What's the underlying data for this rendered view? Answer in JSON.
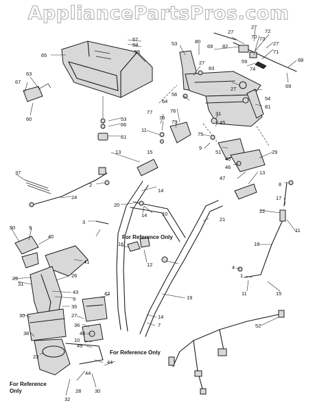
{
  "watermark": "AppliancePartsPros.com",
  "notes": [
    "For Reference Only",
    "For Reference",
    "Only"
  ],
  "callouts": {
    "c57": "57",
    "c58": "58",
    "c55": "55",
    "c65": "65",
    "c63": "63",
    "c67": "67",
    "c60": "60",
    "c53": "53",
    "c66": "66",
    "c61": "61",
    "c80": "80",
    "c27a": "27",
    "c69a": "69",
    "c82": "82",
    "c70": "70",
    "c72": "72",
    "c73": "73",
    "c27b": "27",
    "c71": "71",
    "c74": "74",
    "c59": "59",
    "c68": "68",
    "c69b": "69",
    "c83": "83",
    "c56": "56",
    "c64": "64",
    "c27c": "27",
    "c54": "54",
    "c81": "81",
    "c76": "76",
    "c77": "77",
    "c78": "78",
    "c79": "79",
    "c31a": "31",
    "c45": "45",
    "c75": "75",
    "c11a": "11",
    "c9a": "9",
    "c15a": "15",
    "c51": "51",
    "c40a": "40",
    "c46": "46",
    "c29": "29",
    "c47": "47",
    "c13a": "13",
    "c13b": "13",
    "c8": "8",
    "c17": "17",
    "c22": "22",
    "c37": "37",
    "c2": "2",
    "c14a": "14",
    "c24": "24",
    "c20": "20",
    "c14b": "14",
    "c10a": "10",
    "c21": "21",
    "c3": "3",
    "c11b": "11",
    "c50": "50",
    "c9b": "9",
    "c40b": "40",
    "c16": "16",
    "c12": "12",
    "c18": "18",
    "c41": "41",
    "c4": "4",
    "c1": "1",
    "c11c": "11",
    "c15b": "15",
    "c25": "25",
    "c31b": "31",
    "c26": "26",
    "c43": "43",
    "c9c": "9",
    "c19": "19",
    "c42": "42",
    "c35": "35",
    "c30a": "30",
    "c27d": "27",
    "c36": "36",
    "c14c": "14",
    "c7": "7",
    "c52": "52",
    "c38": "38",
    "c48": "48",
    "c10b": "10",
    "c23": "23",
    "c49": "49",
    "c44a": "44",
    "c44b": "44",
    "c28": "28",
    "c30b": "30",
    "c32": "32"
  }
}
